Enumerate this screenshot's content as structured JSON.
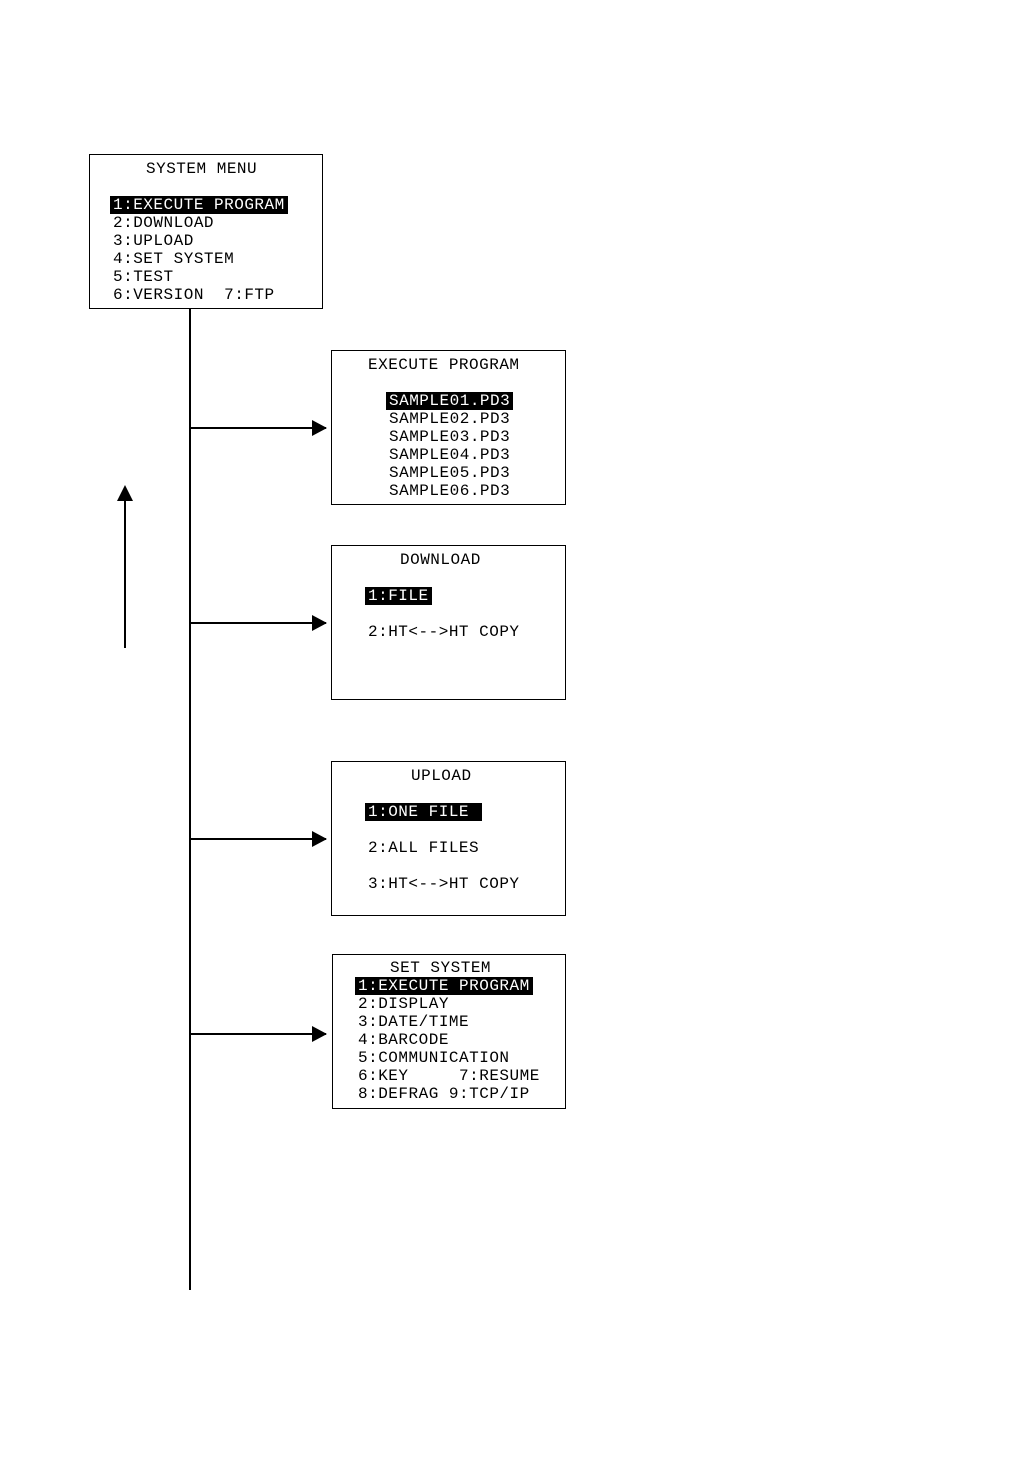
{
  "system_menu": {
    "title": "SYSTEM MENU",
    "items": [
      "1:EXECUTE PROGRAM",
      "2:DOWNLOAD",
      "3:UPLOAD",
      "4:SET SYSTEM",
      "5:TEST",
      "6:VERSION  7:FTP"
    ]
  },
  "execute_program": {
    "title": "EXECUTE PROGRAM",
    "items": [
      "SAMPLE01.PD3",
      "SAMPLE02.PD3",
      "SAMPLE03.PD3",
      "SAMPLE04.PD3",
      "SAMPLE05.PD3",
      "SAMPLE06.PD3"
    ]
  },
  "download": {
    "title": "DOWNLOAD",
    "items": [
      "1:FILE",
      "2:HT<-->HT COPY"
    ]
  },
  "upload": {
    "title": "UPLOAD",
    "items": [
      "1:ONE FILE ",
      "2:ALL FILES",
      "3:HT<-->HT COPY"
    ]
  },
  "set_system": {
    "title": "SET SYSTEM",
    "items": [
      "1:EXECUTE PROGRAM",
      "2:DISPLAY",
      "3:DATE/TIME",
      "4:BARCODE",
      "5:COMMUNICATION",
      "6:KEY     7:RESUME",
      "8:DEFRAG 9:TCP/IP"
    ]
  }
}
